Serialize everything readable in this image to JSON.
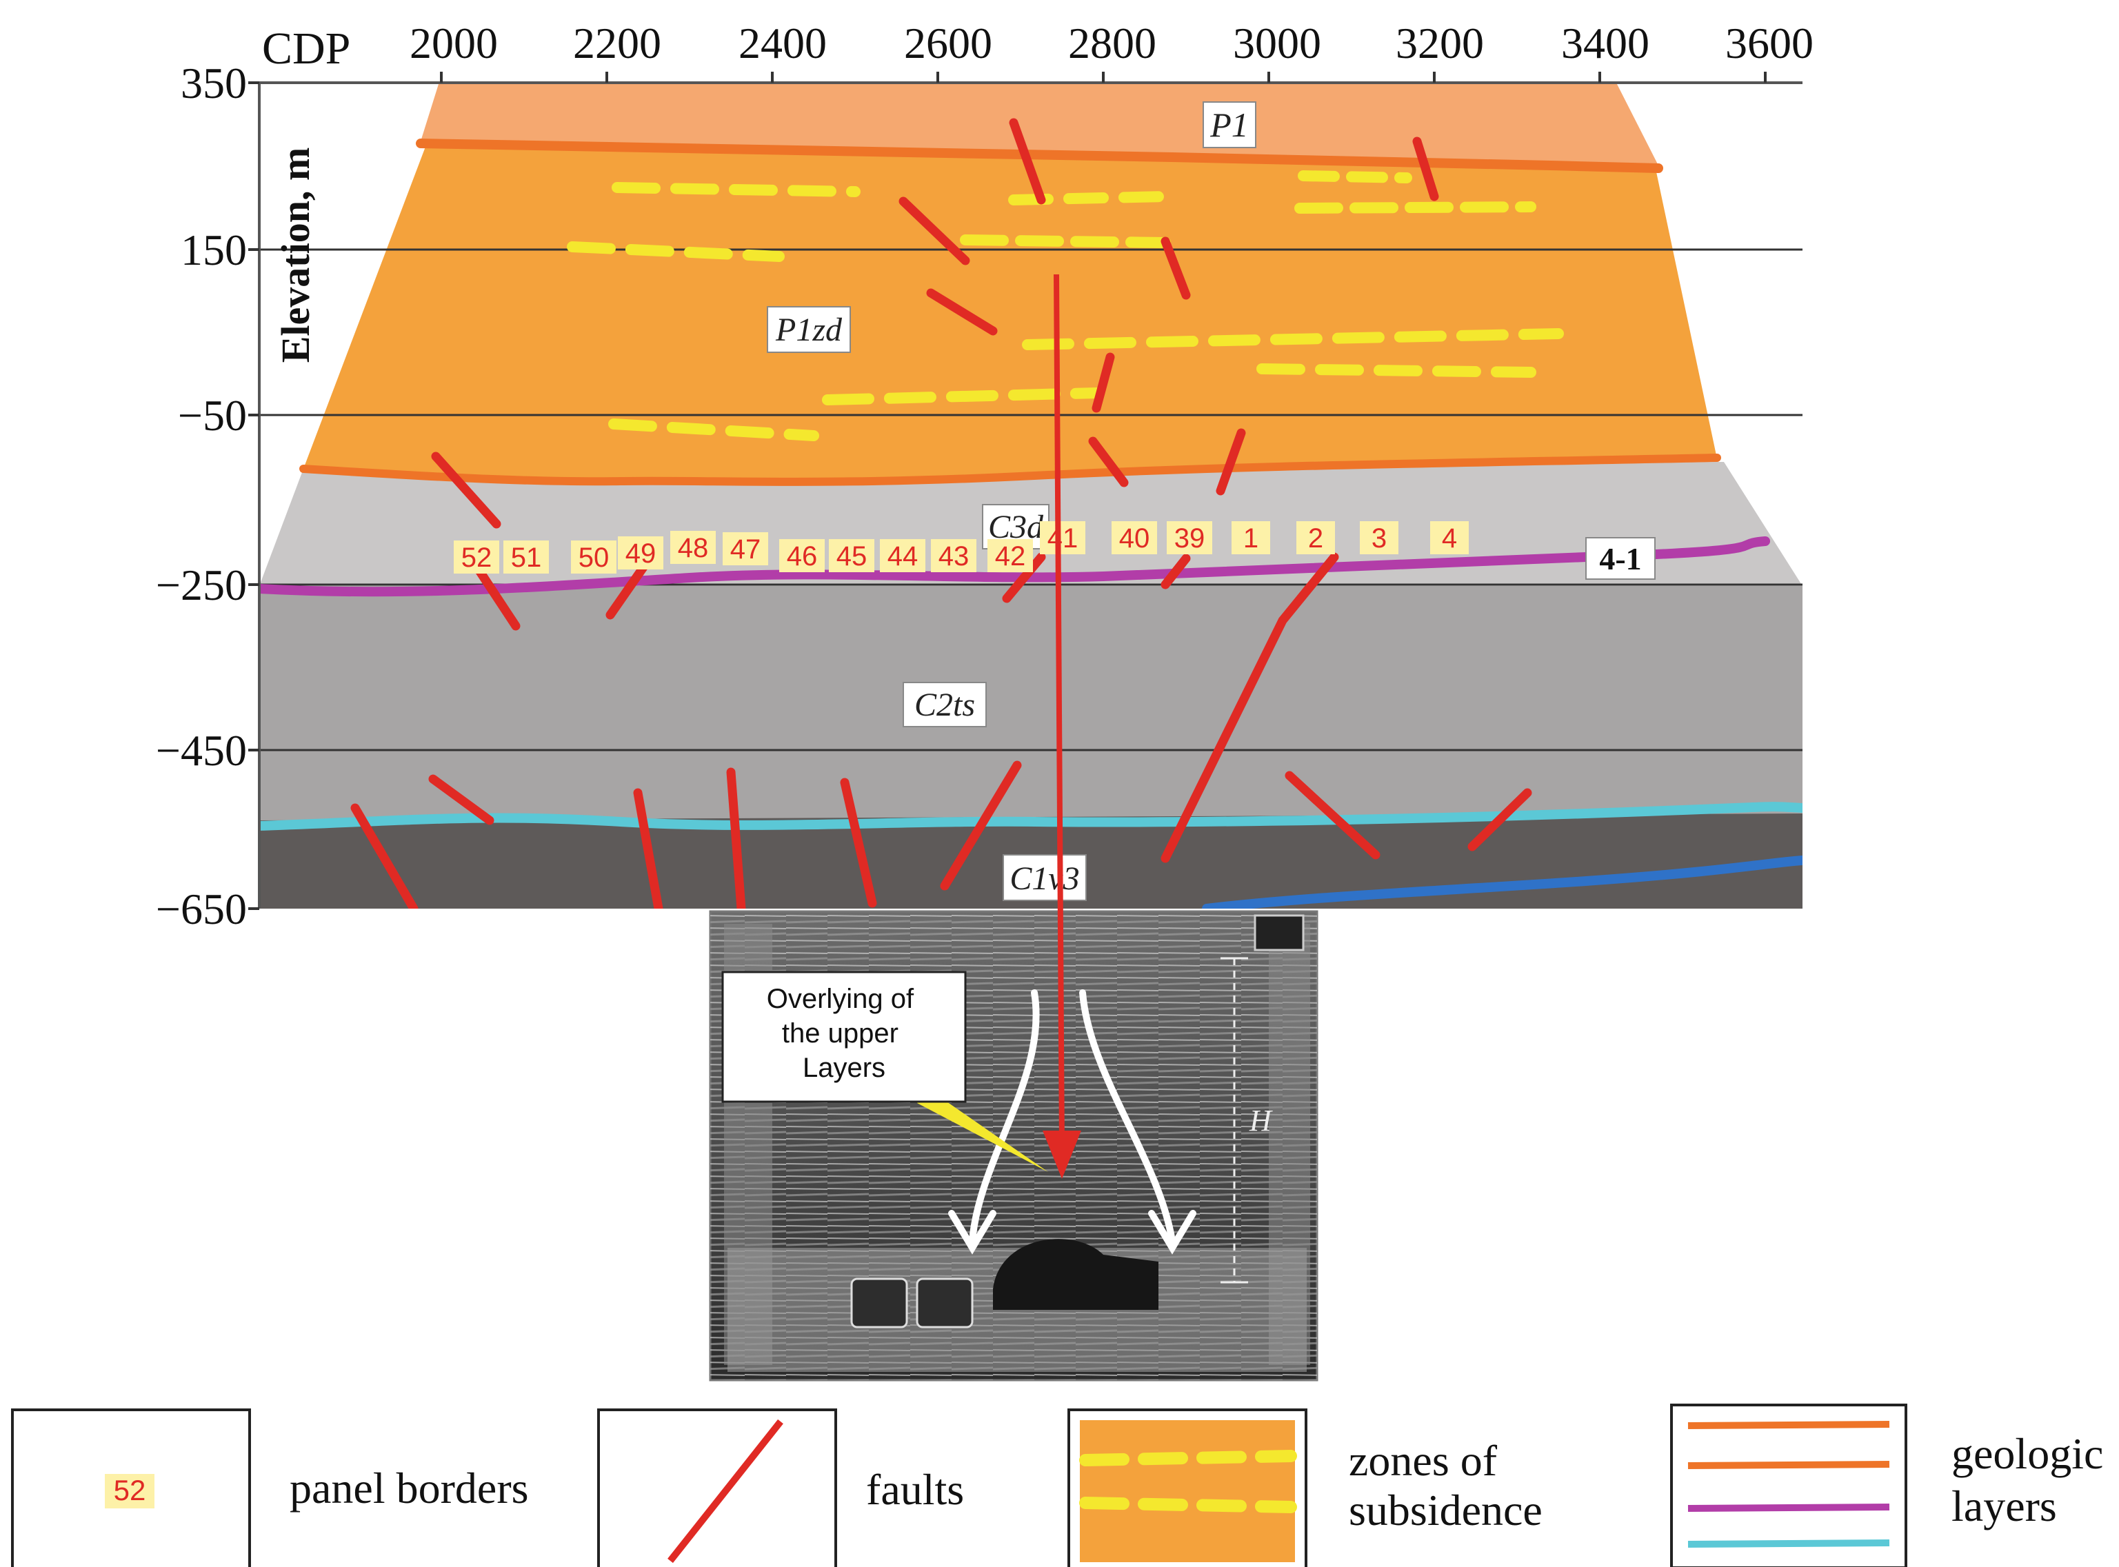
{
  "header": {
    "x_axis_title": "CDP",
    "x_ticks": [
      "2000",
      "2200",
      "2400",
      "2600",
      "2800",
      "3000",
      "3200",
      "3400",
      "3600"
    ],
    "y_axis_title": "Elevation, m",
    "y_ticks": [
      "350",
      "150",
      "−50",
      "−250",
      "−450",
      "−650"
    ]
  },
  "section": {
    "layers": {
      "p1": "P1",
      "p1zd": "P1zd",
      "c3d": "C3d",
      "c2ts": "C2ts",
      "c1v3": "C1v3",
      "marker_4_1": "4-1"
    },
    "panel_numbers": [
      "52",
      "51",
      "50",
      "49",
      "48",
      "47",
      "46",
      "45",
      "44",
      "43",
      "42",
      "41",
      "40",
      "39",
      "1",
      "2",
      "3",
      "4"
    ]
  },
  "inset": {
    "callout": "Overlying of the upper Layers",
    "height_label": "H"
  },
  "legend": {
    "panel_sample": "52",
    "panel_borders": "panel borders",
    "faults": "faults",
    "subsidence_line1": "zones of",
    "subsidence_line2": "subsidence",
    "layers_line1": "geologic",
    "layers_line2": "layers"
  },
  "colors": {
    "orange_zone": "#F4A23C",
    "p1_zone": "#F5A870",
    "gray_light": "#C9C7C7",
    "gray_mid": "#A7A5A5",
    "gray_dark": "#5E5A59",
    "layer_orange": "#EE7428",
    "layer_purple": "#B23DA8",
    "layer_cyan": "#5BC8D6",
    "layer_blue": "#2F72C8",
    "fault_red": "#E02A24",
    "subsidence_yellow": "#F4E82E",
    "panel_box": "#FDF1A8"
  }
}
